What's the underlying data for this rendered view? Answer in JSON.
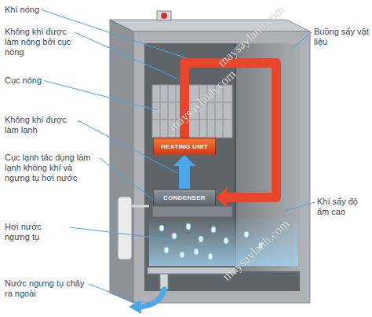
{
  "diagram": {
    "nodes": [
      {
        "text": [
          "HEATING UNIT"
        ]
      },
      {
        "text": [
          "CONDENSER"
        ]
      }
    ],
    "edges": [
      {
        "from": 1,
        "to": 0,
        "arrow": "to"
      },
      {
        "from": 0,
        "to": 1,
        "arrow": "to"
      }
    ],
    "labels": [
      "Khí nóng",
      "Không khí được làm nóng bởi cục nóng",
      "Cục nóng",
      "Không khí được làm lạnh",
      "Cục lạnh tác dụng làm lạnh không khí và ngưng tụ hơi nước",
      "Hơi nước ngưng tụ",
      "Nước ngưng tụ chảy ra ngoài",
      "Buồng sấy vật liệu",
      "Khí sấy độ ẩm cao",
      "maysaylanh.com",
      "maysaylanh.com",
      "maysaylanh.com"
    ]
  }
}
